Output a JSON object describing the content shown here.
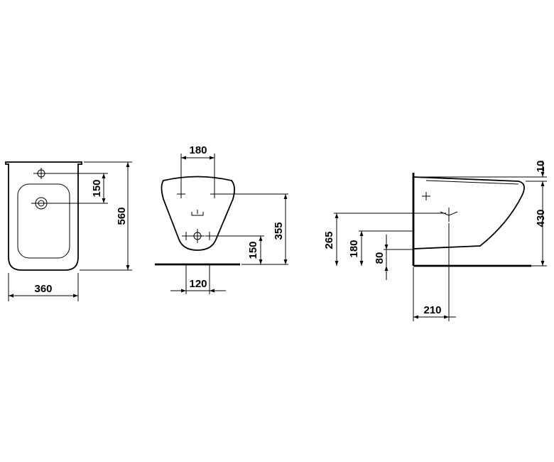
{
  "drawings": {
    "front_view": {
      "width_label": "360",
      "height_label": "560",
      "tap_hole_offset_label": "150"
    },
    "wall_view": {
      "bolt_spacing_label": "180",
      "outlet_width_label": "120",
      "bolt_height_label": "355",
      "outlet_height_label": "150"
    },
    "side_view": {
      "rim_thickness_label": "10",
      "total_height_label": "430",
      "upper_connection_label": "265",
      "middle_connection_label": "180",
      "lower_connection_label": "80",
      "outlet_depth_label": "210"
    }
  }
}
